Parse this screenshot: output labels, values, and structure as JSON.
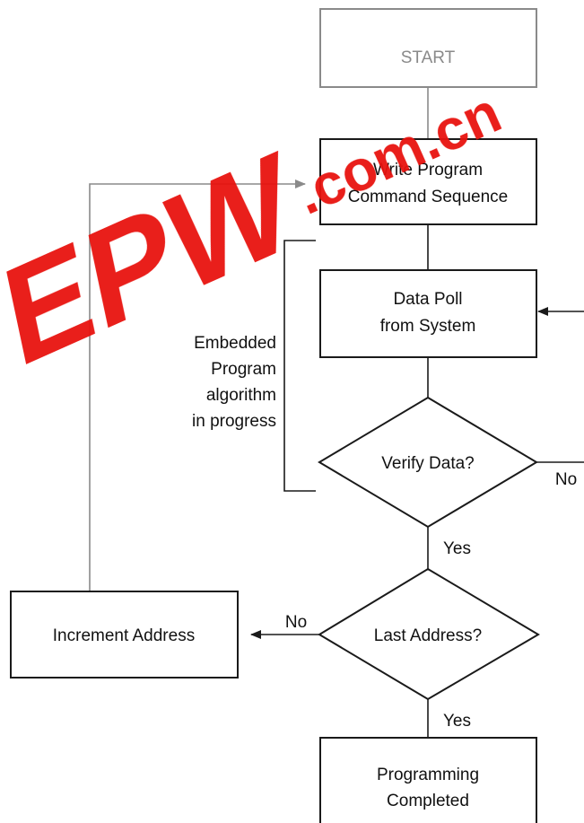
{
  "nodes": {
    "start": "START",
    "write_command": [
      "Write Program",
      "Command Sequence"
    ],
    "data_poll": [
      "Data Poll",
      "from System"
    ],
    "verify_data": "Verify Data?",
    "last_address": "Last Address?",
    "increment_address": "Increment Address",
    "programming_completed": [
      "Programming",
      "Completed"
    ]
  },
  "edge_labels": {
    "verify_no": "No",
    "verify_yes": "Yes",
    "last_no": "No",
    "last_yes": "Yes"
  },
  "bracket_label": [
    "Embedded",
    "Program",
    "algorithm",
    "in progress"
  ],
  "watermark": {
    "brand": "EPW",
    "domain": ".com.cn",
    "color": "#e8140f"
  }
}
